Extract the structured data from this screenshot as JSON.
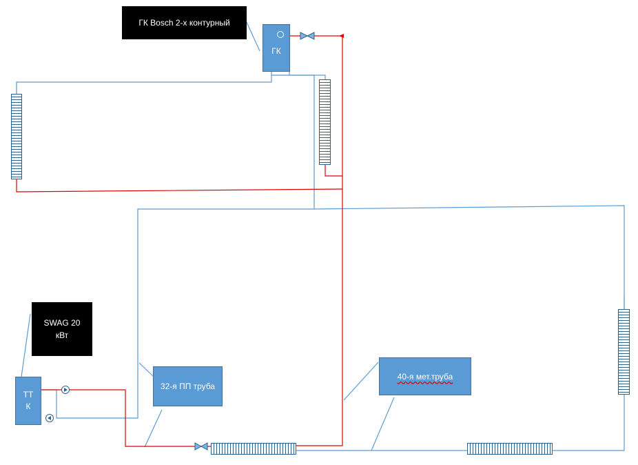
{
  "labels": {
    "gas_boiler_callout": "ГК Bosch 2-х контурный",
    "gas_boiler": "ГК",
    "solid_fuel_callout": "SWAG 20\nкВт",
    "solid_fuel_boiler": "ТТ\nК",
    "pp_pipe": "32-я ПП труба",
    "metal_pipe": "40-я мет.труба"
  },
  "colors": {
    "supply": "#e00000",
    "return": "#5b9bd5",
    "component_fill": "#5b9bd5",
    "callout_fill": "#000000"
  }
}
